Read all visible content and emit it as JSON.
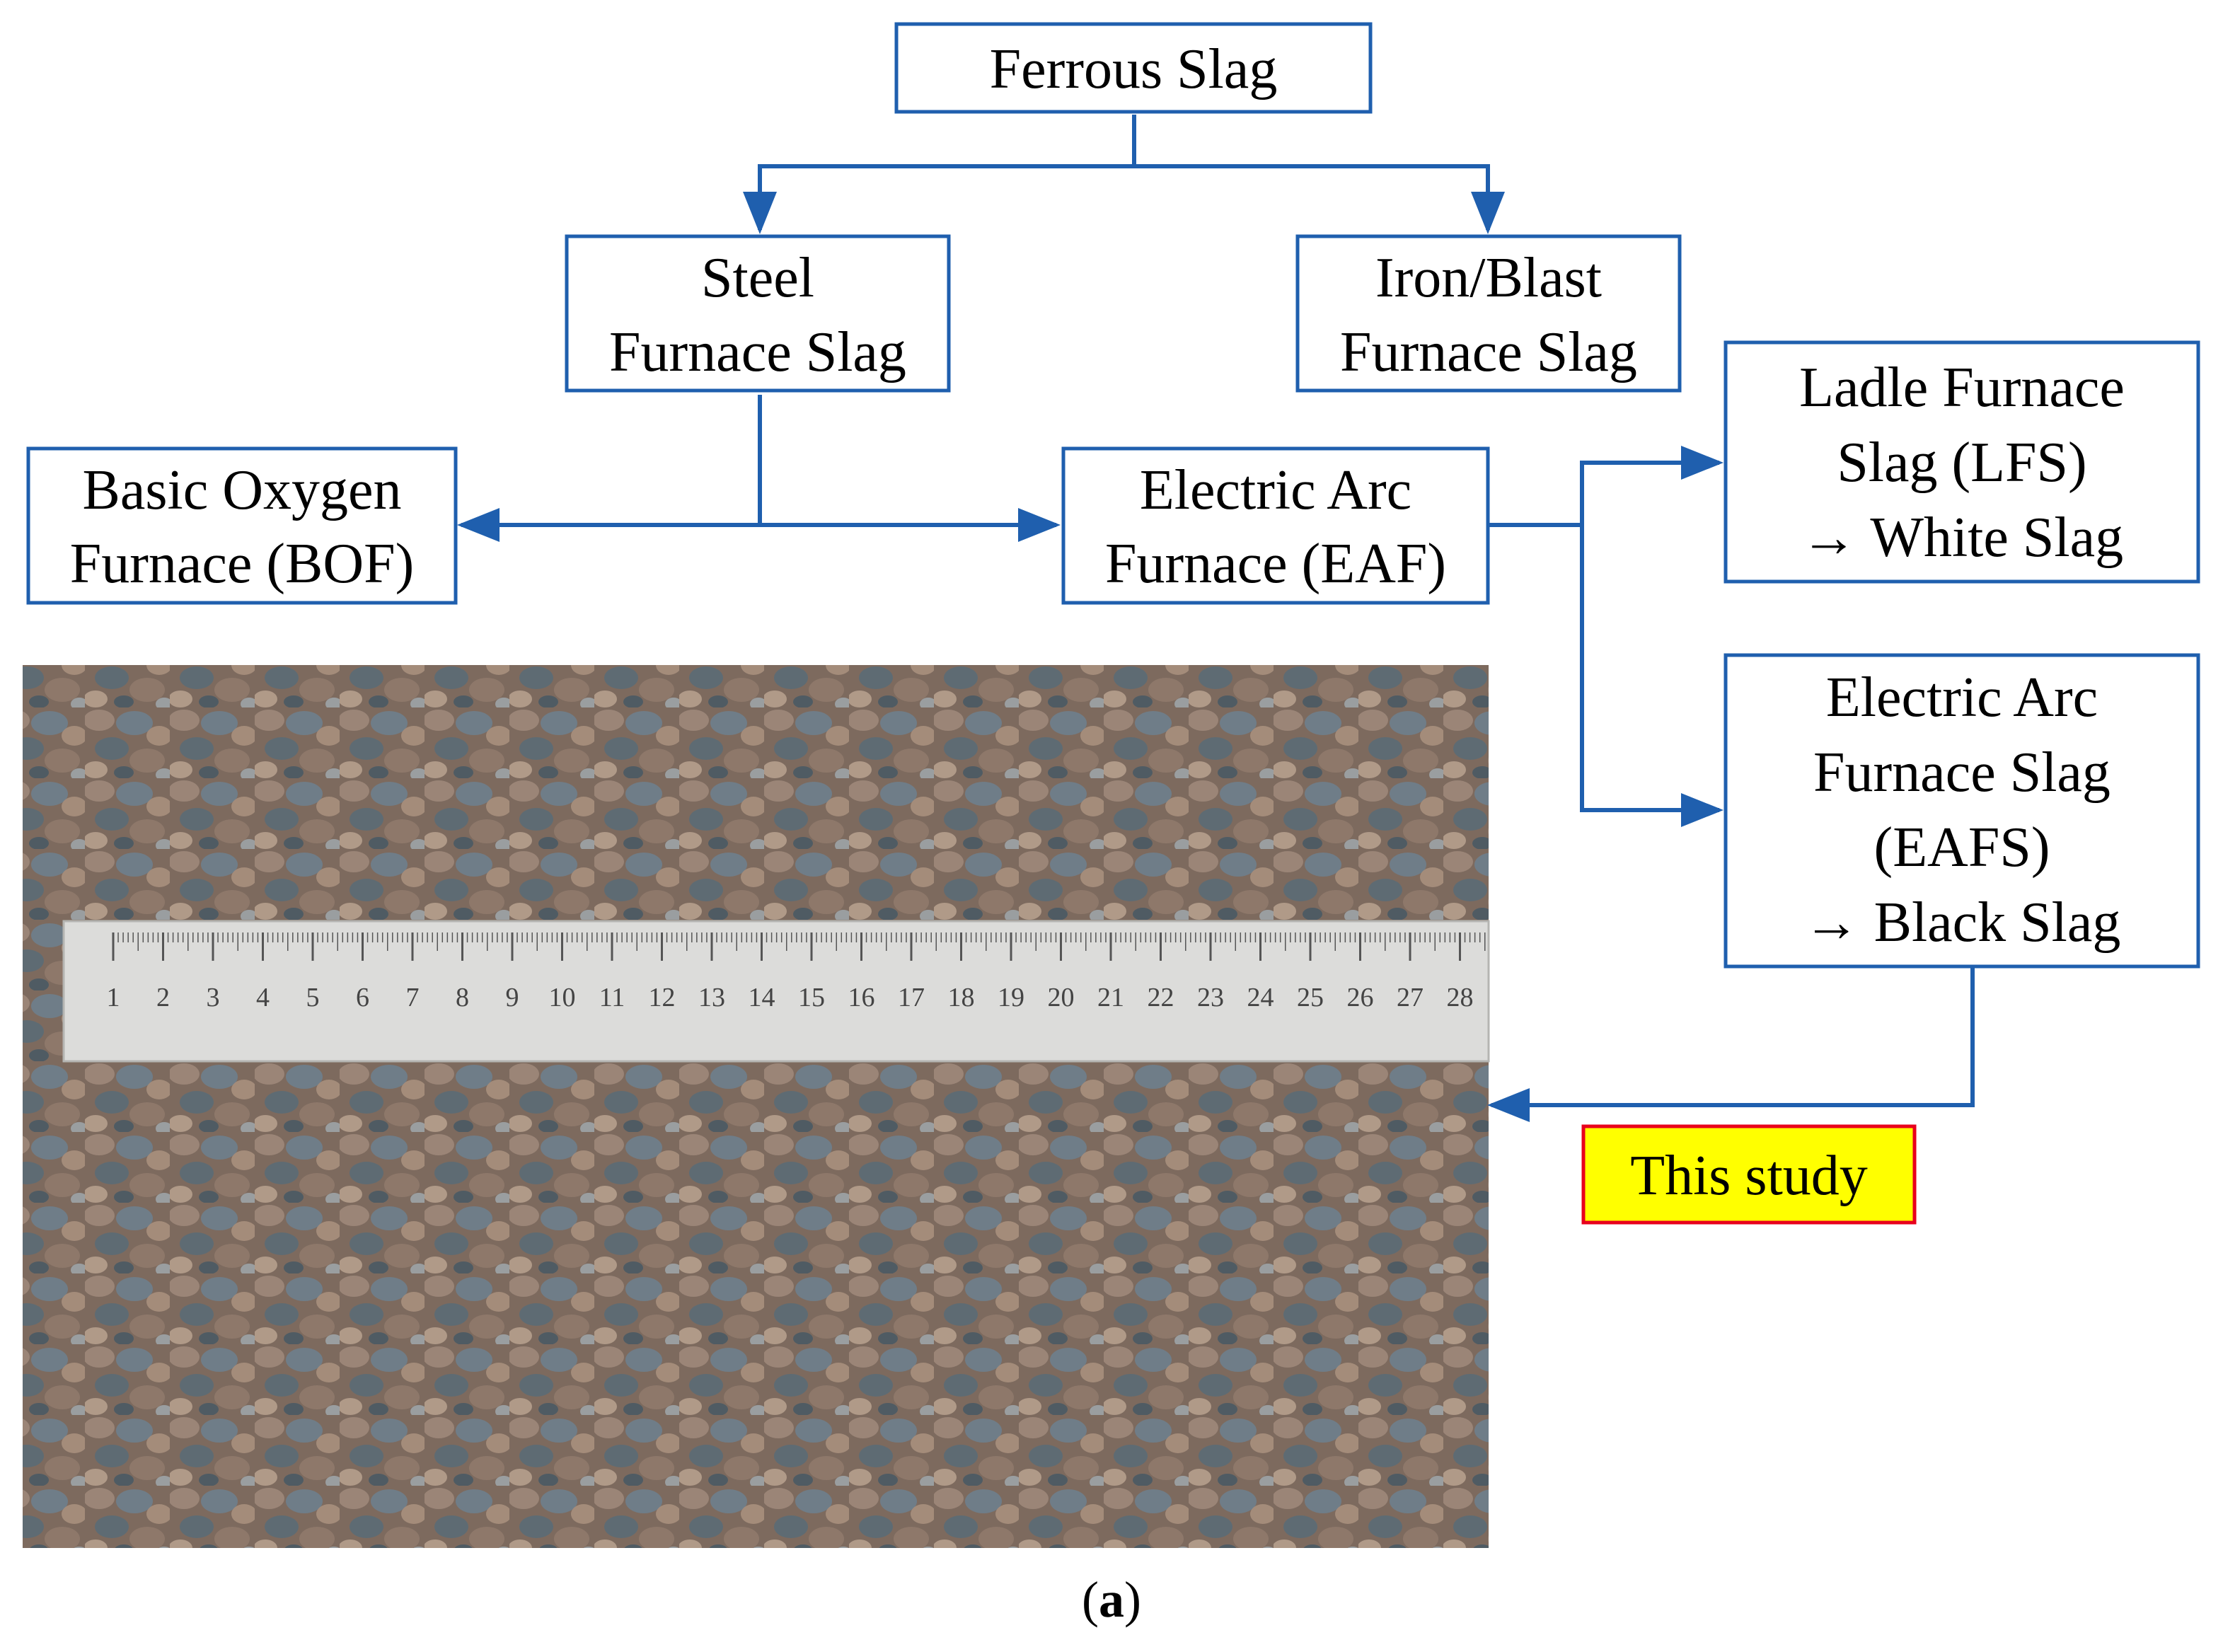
{
  "colors": {
    "box_stroke": "#1f5fae",
    "arrow": "#1f5fae",
    "highlight_fill": "#ffff00",
    "highlight_stroke": "#e8001c",
    "photo_base": "#7d6a5e"
  },
  "nodes": {
    "ferrous": {
      "lines": [
        "Ferrous Slag"
      ]
    },
    "steel": {
      "lines": [
        "Steel",
        "Furnace Slag"
      ]
    },
    "iron": {
      "lines": [
        "Iron/Blast",
        "Furnace Slag"
      ]
    },
    "bof": {
      "lines": [
        "Basic Oxygen",
        "Furnace (BOF)"
      ]
    },
    "eaf": {
      "lines": [
        "Electric Arc",
        "Furnace (EAF)"
      ]
    },
    "lfs": {
      "lines": [
        "Ladle Furnace",
        "Slag (LFS)",
        "→ White Slag"
      ]
    },
    "eafs": {
      "lines": [
        "Electric Arc",
        "Furnace Slag",
        "(EAFS)",
        "→ Black Slag"
      ]
    },
    "study": {
      "lines": [
        "This study"
      ]
    }
  },
  "ruler": {
    "ticks": [
      "1",
      "2",
      "3",
      "4",
      "5",
      "6",
      "7",
      "8",
      "9",
      "10",
      "11",
      "12",
      "13",
      "14",
      "15",
      "16",
      "17",
      "18",
      "19",
      "20",
      "21",
      "22",
      "23",
      "24",
      "25",
      "26",
      "27",
      "28"
    ]
  },
  "caption": {
    "open": "(",
    "letter": "a",
    "close": ")"
  }
}
